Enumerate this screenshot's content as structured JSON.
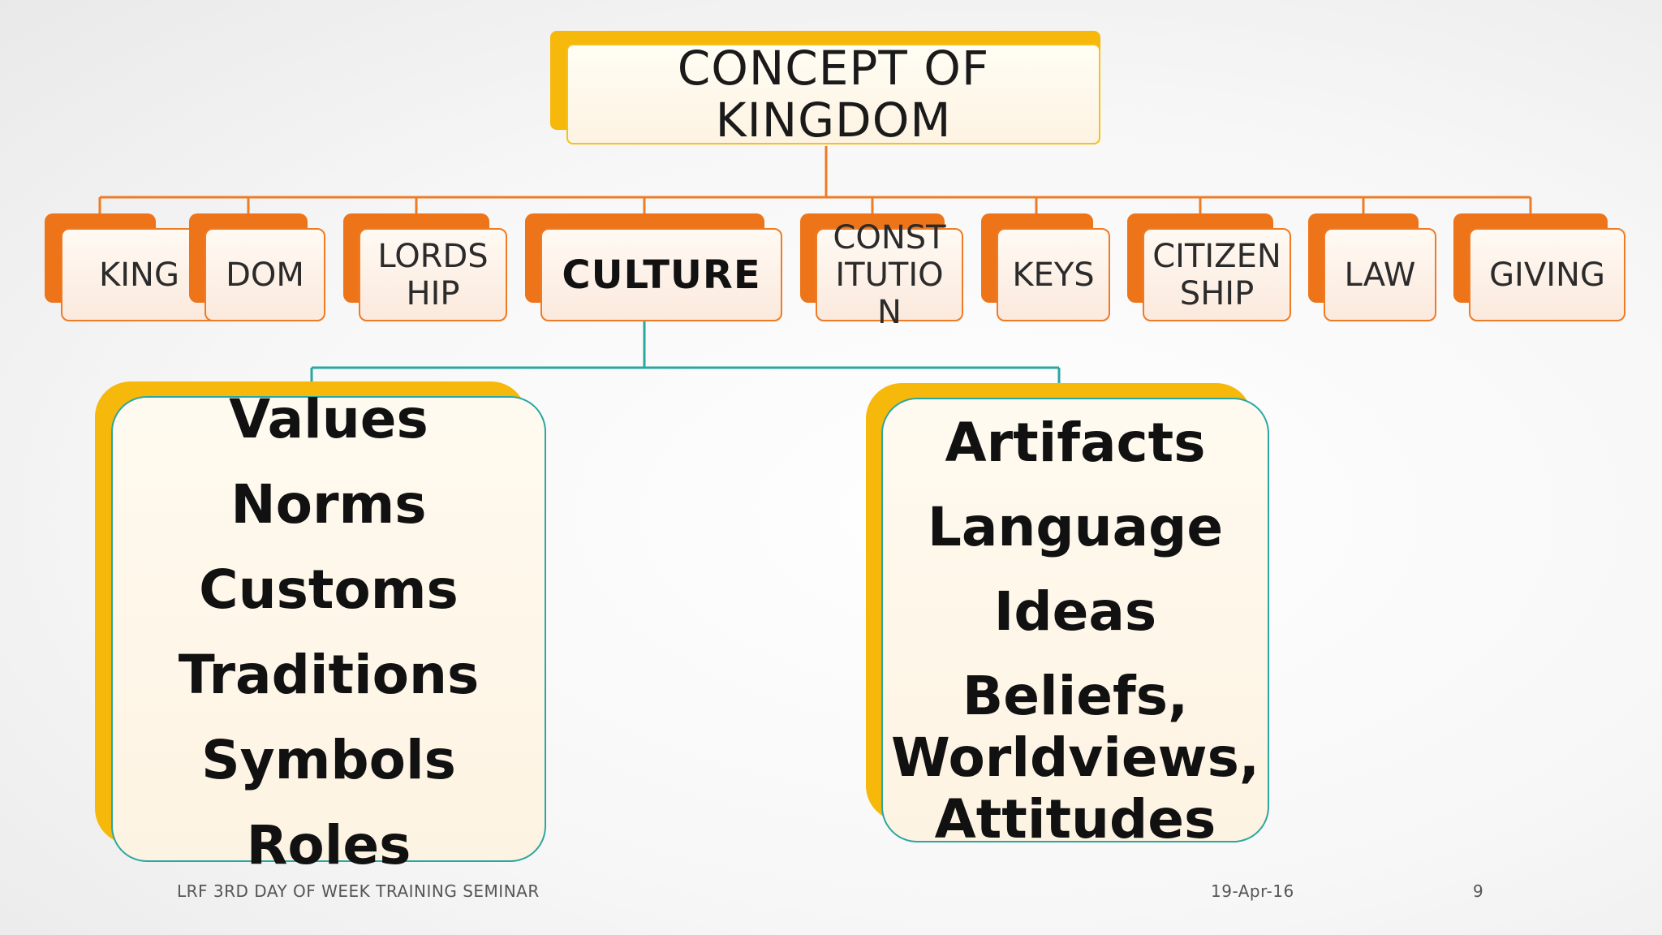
{
  "diagram": {
    "root": {
      "title_line1": "CONCEPT OF",
      "title_line2": "KINGDOM"
    },
    "children": [
      {
        "lines": [
          "KING"
        ]
      },
      {
        "lines": [
          "DOM"
        ]
      },
      {
        "lines": [
          "LORDS",
          "HIP"
        ]
      },
      {
        "lines": [
          "CULTURE"
        ],
        "emphasis": true
      },
      {
        "lines": [
          "CONST",
          "ITUTIO",
          "N"
        ]
      },
      {
        "lines": [
          "KEYS"
        ]
      },
      {
        "lines": [
          "CITIZEN",
          "SHIP"
        ]
      },
      {
        "lines": [
          "LAW"
        ]
      },
      {
        "lines": [
          "GIVING"
        ]
      }
    ],
    "culture_left_items": [
      "Values",
      "Norms",
      "Customs",
      "Traditions",
      "Symbols",
      "Roles"
    ],
    "culture_right_items": [
      "Artifacts",
      "Language",
      "Ideas",
      "Beliefs,",
      "Worldviews,",
      "Attitudes"
    ]
  },
  "footer": {
    "left": "LRF 3RD DAY OF WEEK TRAINING SEMINAR",
    "date": "19-Apr-16",
    "page": "9"
  },
  "colors": {
    "root_shadow": "#f7b80c",
    "child_shadow": "#ee7419",
    "child_border": "#ee7b26",
    "connector_top": "#ee7b26",
    "connector_culture": "#2aa7a0",
    "leaf_border": "#2aa7a0",
    "leaf_shadow": "#f7b80c"
  }
}
